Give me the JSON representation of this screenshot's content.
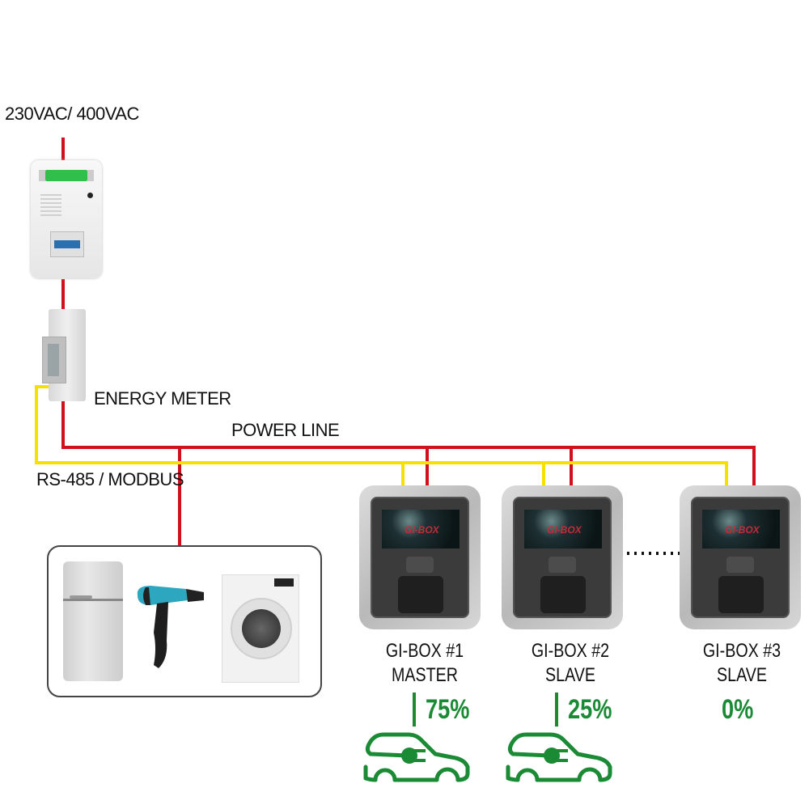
{
  "supply": {
    "label": "230VAC/ 400VAC"
  },
  "energy_meter": {
    "label": "ENERGY METER"
  },
  "power_line": {
    "label": "POWER LINE"
  },
  "bus": {
    "label": "RS-485 / MODBUS"
  },
  "appliances": [
    "refrigerator",
    "hair-dryer",
    "washing-machine"
  ],
  "chargers": [
    {
      "name": "GI-BOX #1",
      "role": "MASTER",
      "share": "75%",
      "car": true
    },
    {
      "name": "GI-BOX #2",
      "role": "SLAVE",
      "share": "25%",
      "car": true
    },
    {
      "name": "GI-BOX #3",
      "role": "SLAVE",
      "share": "0%",
      "car": false
    }
  ],
  "screen_logo": "GI-BOX",
  "colors": {
    "power": "#d0101c",
    "bus": "#f5e000",
    "share": "#1a8a35"
  }
}
